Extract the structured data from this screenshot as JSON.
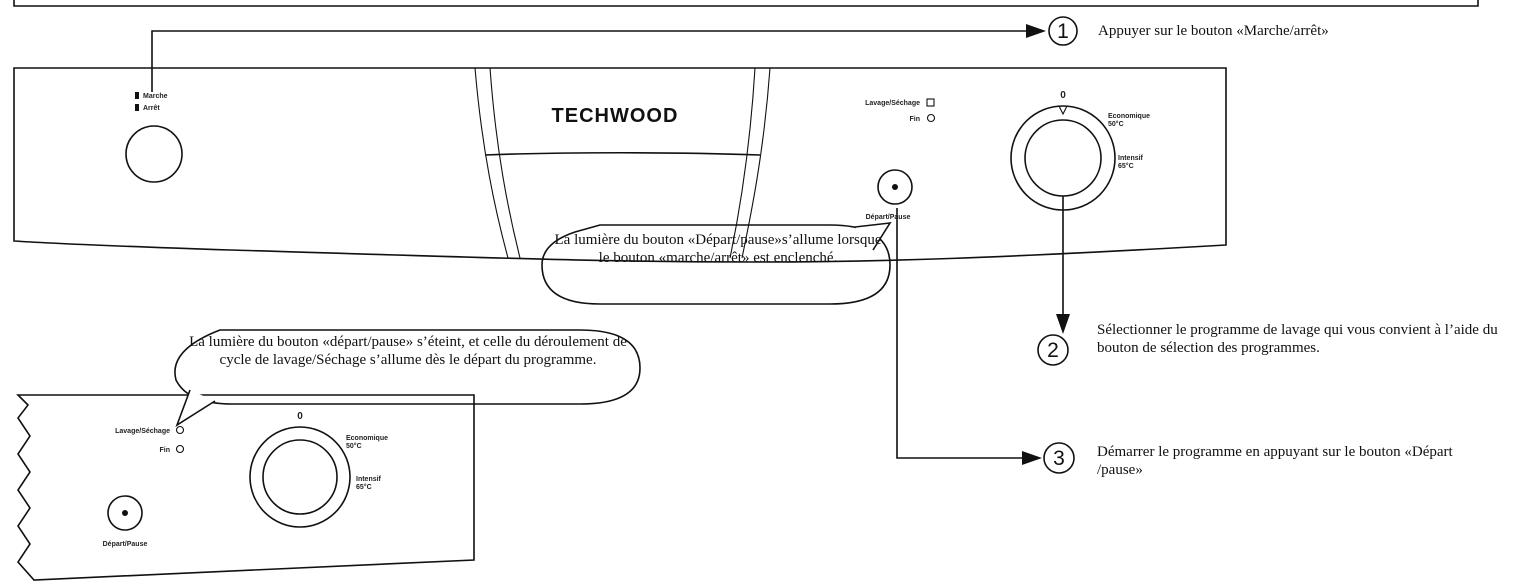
{
  "brand": "TECHWOOD",
  "panel_top": {
    "power_on_label": "Marche",
    "power_off_label": "Arrêt",
    "wash_dry_label": "Lavage/Séchage",
    "end_label": "Fin",
    "start_pause_label": "Départ/Pause",
    "dial_zero": "0",
    "dial_eco_label": "Economique",
    "dial_eco_temp": "50°C",
    "dial_intensive_label": "Intensif",
    "dial_intensive_temp": "65°C"
  },
  "panel_bottom": {
    "wash_dry_label": "Lavage/Séchage",
    "end_label": "Fin",
    "start_pause_label": "Départ/Pause",
    "dial_zero": "0",
    "dial_eco_label": "Economique",
    "dial_eco_temp": "50°C",
    "dial_intensive_label": "Intensif",
    "dial_intensive_temp": "65°C"
  },
  "callouts": {
    "start_light_on": "La lumière du bouton «Départ/pause»s’allume lorsque le bouton «marche/arrêt» est enclenché.",
    "start_light_off": "La lumière du bouton «départ/pause» s’éteint, et celle du déroulement de cycle de lavage/Séchage s’allume dès le départ du programme."
  },
  "steps": [
    {
      "number": "1",
      "text": "Appuyer sur le bouton «Marche/arrêt»"
    },
    {
      "number": "2",
      "text": "Sélectionner le programme de lavage qui vous convient à l’aide du bouton de sélection des programmes."
    },
    {
      "number": "3",
      "text": "Démarrer le programme en appuyant sur le bouton «Départ /pause»"
    }
  ]
}
